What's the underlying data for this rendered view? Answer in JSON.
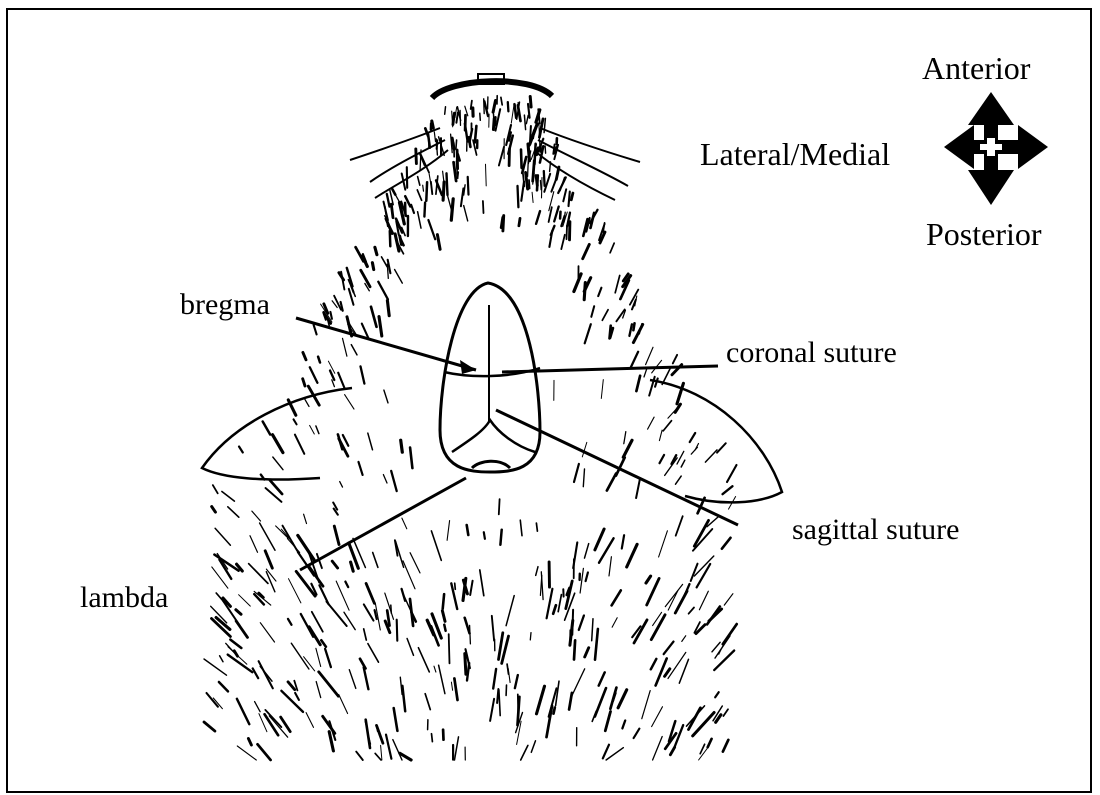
{
  "labels": {
    "bregma": "bregma",
    "coronal_suture": "coronal suture",
    "sagittal_suture": "sagittal suture",
    "lambda": "lambda"
  },
  "orientation": {
    "anterior": "Anterior",
    "lateral_medial": "Lateral/Medial",
    "posterior": "Posterior"
  },
  "colors": {
    "ink": "#000000",
    "paper": "#ffffff"
  },
  "icons": [
    "orientation-cross-arrows-icon"
  ]
}
